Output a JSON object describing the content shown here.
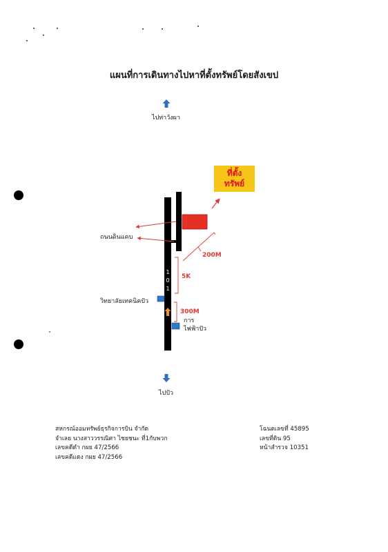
{
  "document": {
    "title": "แผนที่การเดินทางไปหาที่ตั้งทรัพย์โดยสังเขป",
    "map": {
      "direction_north": "ไปท่าวังผา",
      "direction_south": "ไปปัว",
      "property_label_line1": "ที่ตั้ง",
      "property_label_line2": "ทรัพย์",
      "road_label": "ถนนดินแคบ",
      "highway_number": [
        "1",
        "0",
        "1"
      ],
      "college_label": "วิทยาลัยเทคนิคปัว",
      "electric_office_label_line1": "การ",
      "electric_office_label_line2": "ไฟฟ้าปัว",
      "distance_1": "200M",
      "distance_2": "5K",
      "distance_3": "300M"
    },
    "footer_left": [
      "สหกรณ์ออมทรัพย์ธุรกิจการบิน จำกัด",
      "จำเลย นางสาววรรณิศา ไชยชนะ ที่1กับพวก",
      "เลขคดีดำ กผย 47/2566",
      "เลขคดีแดง กผย 47/2566"
    ],
    "footer_right": [
      "โฉนดเลขที่ 45895",
      "เลขที่ดิน 95",
      "หน้าสำรวจ 10351"
    ]
  },
  "colors": {
    "road": "#000000",
    "property_fill": "#e53024",
    "property_label_bg": "#f5c518",
    "property_label_text": "#e0141e",
    "annotation_red": "#e03a30",
    "arrow_blue": "#2f6fbf",
    "arrow_orange": "#f0902e",
    "landmark_blue": "#2e78c8"
  }
}
